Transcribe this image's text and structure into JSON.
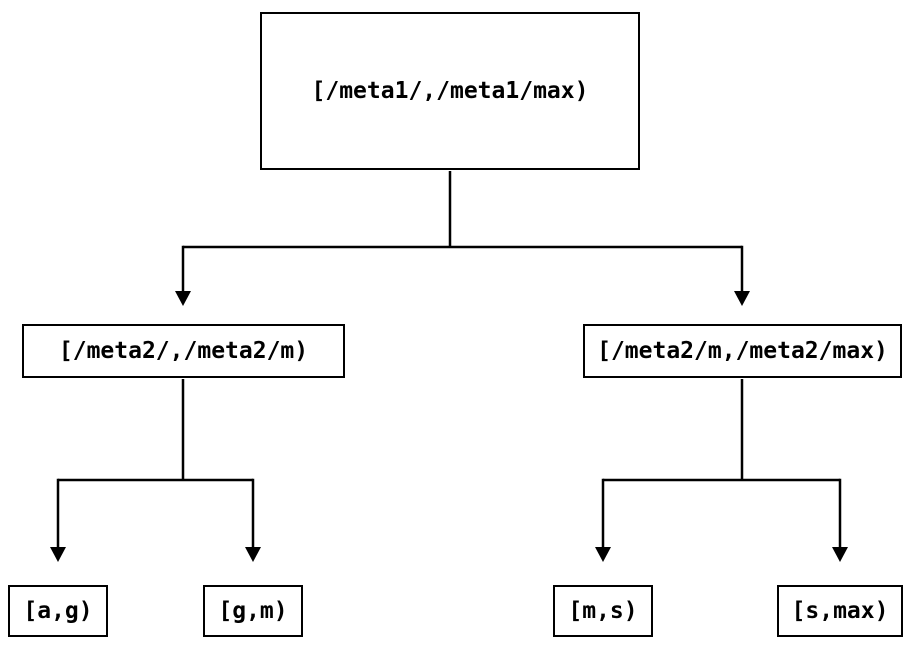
{
  "page": {
    "background_color": "#ffffff",
    "line_color": "#000000",
    "text_color": "#000000"
  },
  "tree": {
    "root": {
      "label": "[/meta1/,/meta1/max)"
    },
    "children": [
      {
        "label": "[/meta2/,/meta2/m)",
        "children": [
          {
            "label": "[a,g)"
          },
          {
            "label": "[g,m)"
          }
        ]
      },
      {
        "label": "[/meta2/m,/meta2/max)",
        "children": [
          {
            "label": "[m,s)"
          },
          {
            "label": "[s,max)"
          }
        ]
      }
    ]
  }
}
